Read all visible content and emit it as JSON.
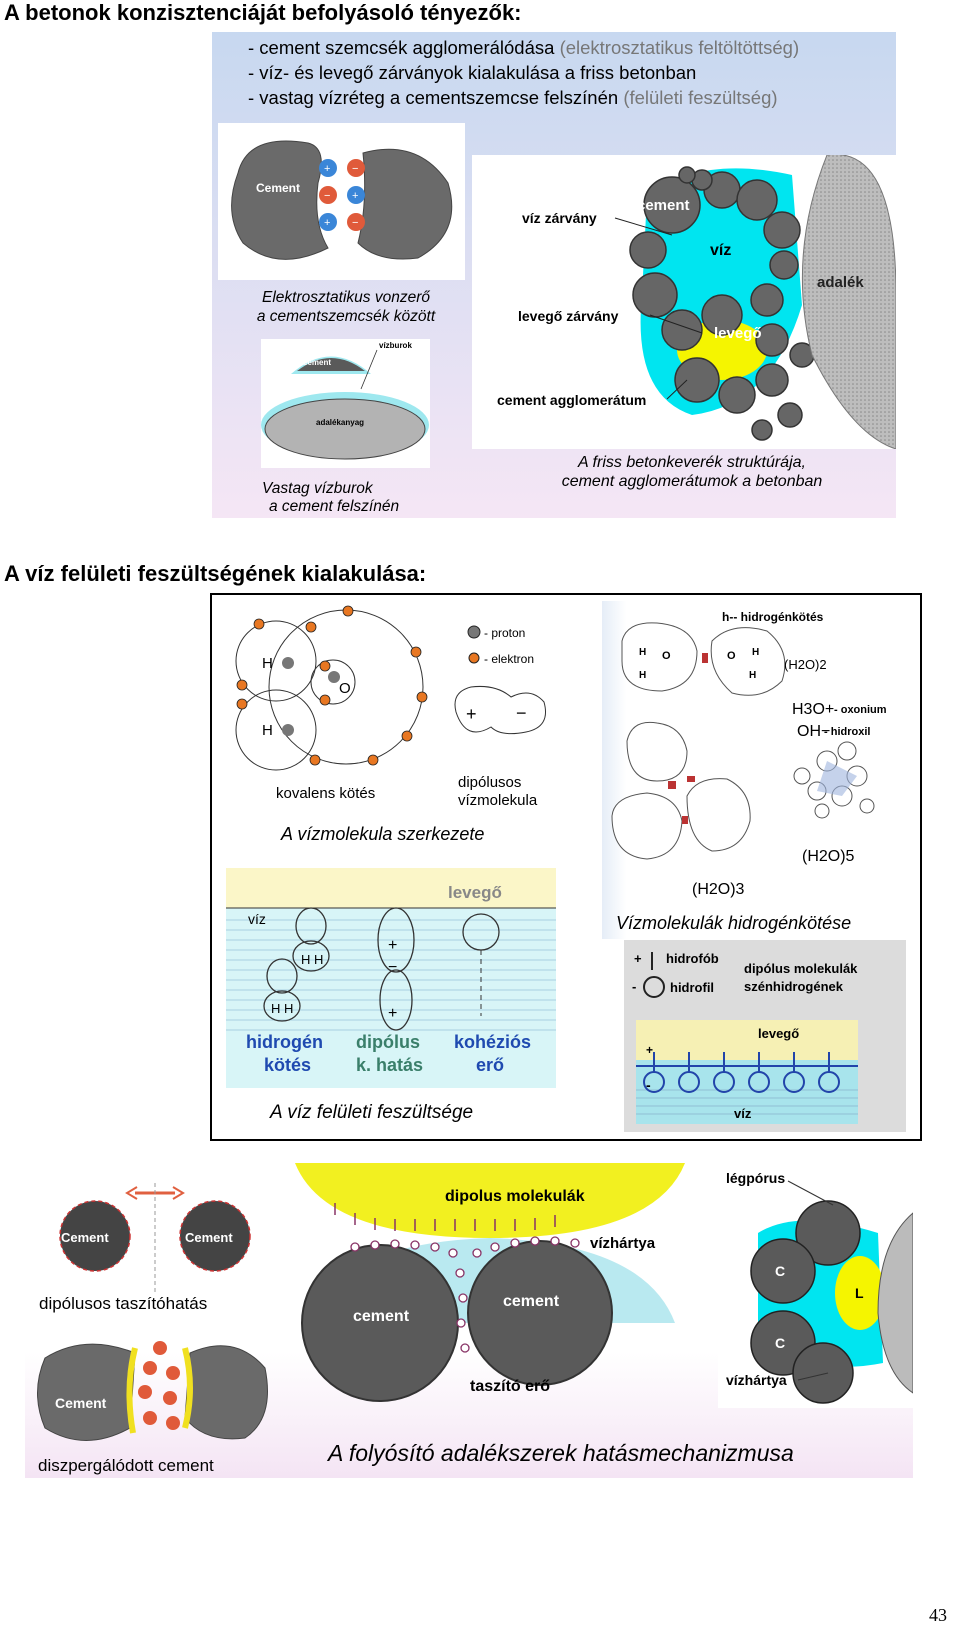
{
  "section1": {
    "heading": "A betonok konzisztenciáját befolyásoló tényezők:",
    "bullets": [
      {
        "text": "- cement szemcsék agglomerálódása",
        "note": "(elektrosztatikus feltöltöttség)"
      },
      {
        "text": "- víz-  és levegő zárványok kialakulása a friss betonban",
        "note": ""
      },
      {
        "text": "- vastag vízréteg a cementszemcse felszínén",
        "note": "(felületi feszültség)"
      }
    ],
    "cement_grain": {
      "label": "Cement",
      "caption_line1": "Elektrosztatikus vonzerő",
      "caption_line2": "a cementszemcsék között"
    },
    "water_film": {
      "cement": "cement",
      "vizburok": "vízburok",
      "aggregate": "adalékanyag",
      "caption_line1": "Vastag vízburok",
      "caption_line2": "a cement felszínén"
    },
    "structure": {
      "label_viz_zarvany": "víz zárvány",
      "label_levego_zarvany": "levegő zárvány",
      "label_agglomeratum": "cement agglomerátum",
      "label_cement": "cement",
      "label_viz": "víz",
      "label_levego": "levegő",
      "label_adalek": "adalék",
      "caption_line1": "A friss betonkeverék struktúrája,",
      "caption_line2": "cement agglomerátumok a betonban"
    }
  },
  "section2": {
    "heading": "A víz felületi feszültségének kialakulása:",
    "molecule": {
      "h1": "H",
      "h2": "H",
      "o": "O",
      "legend_proton": "- proton",
      "legend_electron": "- elektron",
      "label_kovalens": "kovalens kötés",
      "label_dipolusos_1": "dipólusos",
      "label_dipolusos_2": "vízmolekula",
      "caption": "A vízmolekula szerkezete"
    },
    "hbond": {
      "label_hidrogenkotes": "h-- hidrogénkötés",
      "dimer": "(H2O)2",
      "oxonium_formula": "H3O+",
      "oxonium": "- oxonium",
      "hydroxyl_formula": "OH−",
      "hydroxyl": "- hidroxil",
      "trimer": "(H2O)3",
      "pentamer": "(H2O)5",
      "caption": "Vízmolekulák hidrogénkötése"
    },
    "surface": {
      "label_levego": "levegő",
      "label_viz": "víz",
      "col1_line1": "hidrogén",
      "col1_line2": "kötés",
      "col2_line1": "dipólus",
      "col2_line2": "k. hatás",
      "col3_line1": "kohéziós",
      "col3_line2": "erő",
      "caption": "A víz felületi feszültsége"
    },
    "dipole": {
      "hidrofob": "hidrofób",
      "hidrofil": "hidrofil",
      "title_line1": "dipólus molekulák",
      "title_line2": "szénhidrogének",
      "levego": "levegő",
      "viz": "víz"
    }
  },
  "section3": {
    "grain_left": "Cement",
    "grain_right": "Cement",
    "label_repulsion": "dipólusos taszítóhatás",
    "dispersed_left": "Cement",
    "label_dispersed": "diszpergálódott cement",
    "label_dipolus_molekulak": "dipolus molekulák",
    "label_vizhartya": "vízhártya",
    "label_cement_left": "cement",
    "label_cement_right": "cement",
    "label_taszito": "taszító erő",
    "label_legporus": "légpórus",
    "label_C1": "C",
    "label_C2": "C",
    "label_L": "L",
    "label_vizhartya2": "vízhártya",
    "caption": "A folyósító adalékszerek hatásmechanizmusa"
  },
  "page_number": "43",
  "colors": {
    "cement_gray": "#5a5a5a",
    "water_cyan": "#00e5f0",
    "air_yellow": "#f5f500",
    "panel_blue": "#c6d9f1",
    "panel_pink": "#f3e3f3",
    "electron_orange": "#e87722"
  }
}
